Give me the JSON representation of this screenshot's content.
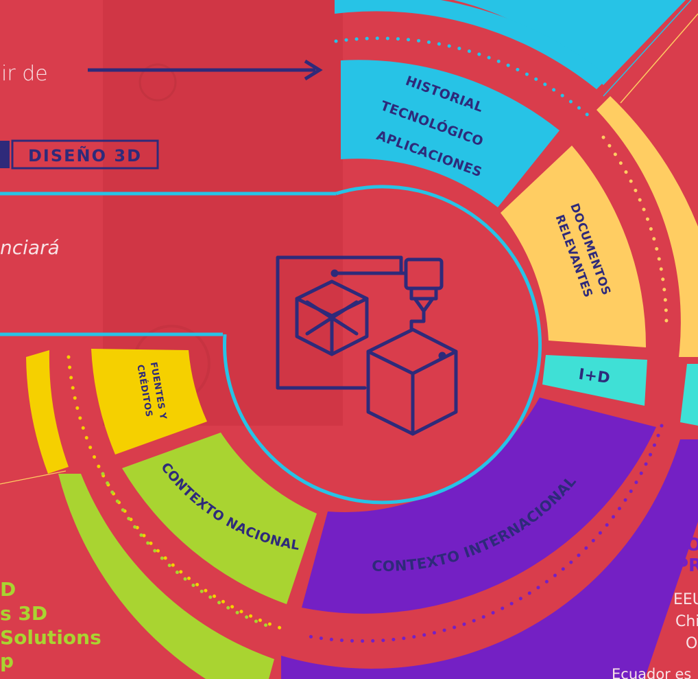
{
  "colors": {
    "background": "#d93d4c",
    "background_dark": "#c9323f",
    "navy": "#2e2a7a",
    "cyan": "#27c3e6",
    "yellow_light": "#ffcd62",
    "yellow": "#f5d000",
    "green": "#a9d431",
    "purple": "#7420c4",
    "teal": "#3fe0d6",
    "white_soft": "#f8e3e6"
  },
  "left_text": {
    "line1": "ir de",
    "tag_label": "DISEÑO 3D",
    "italic_line": "nciará"
  },
  "segments": {
    "historial": [
      "HISTORIAL",
      "TECNOLÓGICO",
      "APLICACIONES"
    ],
    "documentos": [
      "DOCUMENTOS",
      "RELEVANTES"
    ],
    "id": "I+D",
    "fuentes": [
      "FUENTES Y",
      "CRÉDITOS"
    ],
    "contexto_nacional": "CONTEXTO NACIONAL",
    "contexto_internacional": "CONTEXTO INTERNACIONAL"
  },
  "bottom_left": [
    "D",
    "s 3D",
    "Solutions",
    "p"
  ],
  "right_panel": {
    "heading": [
      "LO",
      "PR"
    ],
    "items": [
      "EEU",
      "Chi",
      "O"
    ],
    "footnote": "Ecuador es"
  },
  "icons": {
    "center": "3d-printer-cube-icon",
    "footnote": "asterisk-icon"
  }
}
